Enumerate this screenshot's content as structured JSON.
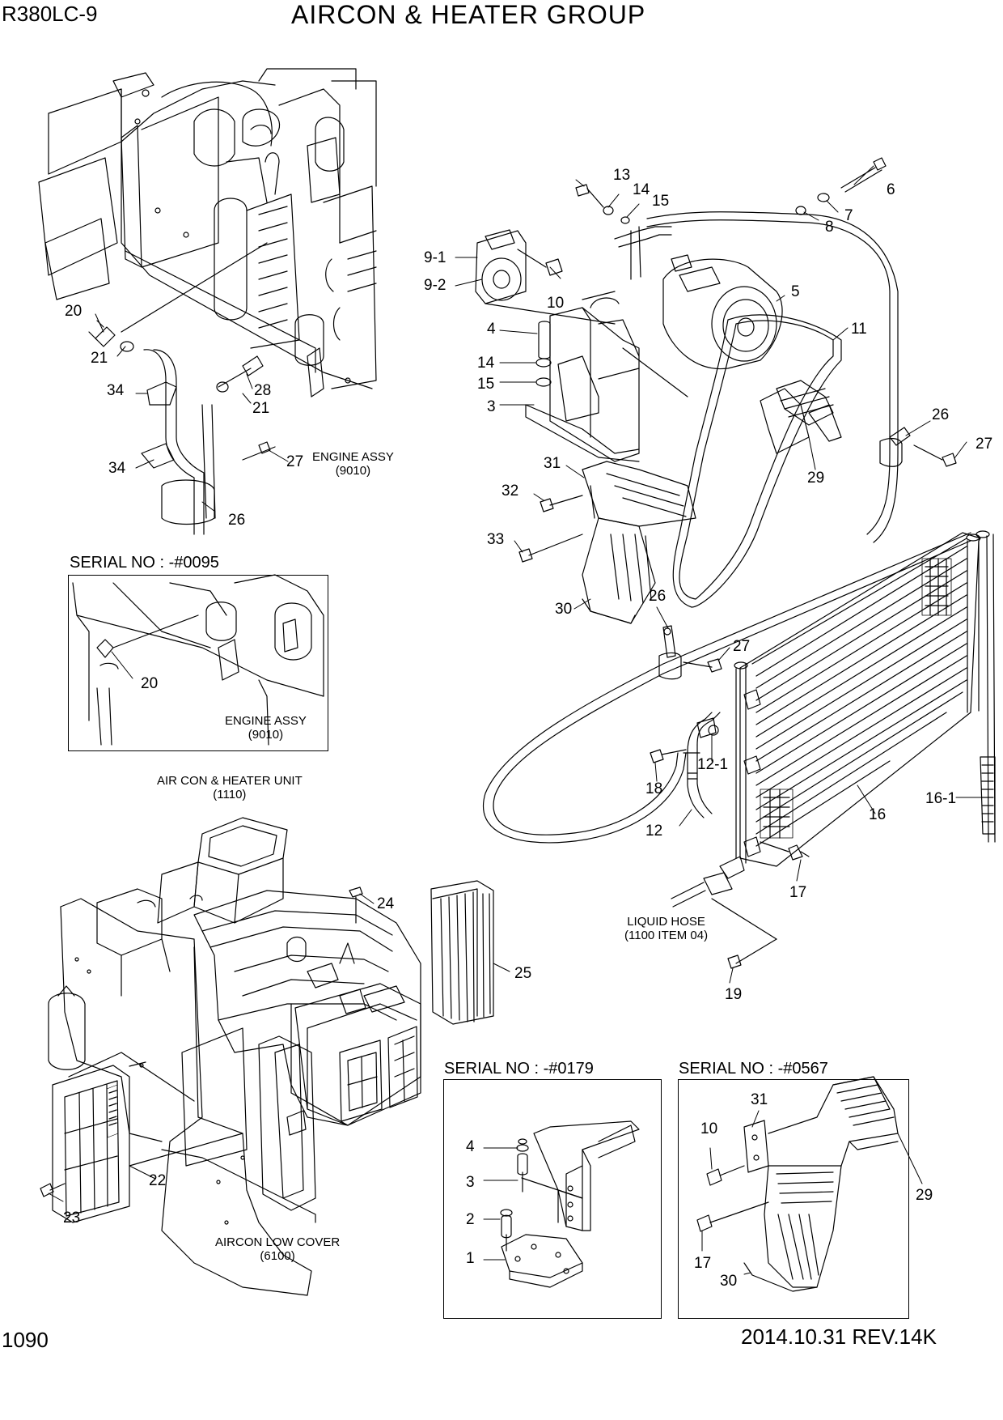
{
  "header": {
    "model": "R380LC-9",
    "title": "AIRCON & HEATER GROUP"
  },
  "footer": {
    "page_number": "1090",
    "revision": "2014.10.31  REV.14K"
  },
  "serials": {
    "s0095": "SERIAL NO : -#0095",
    "s0179": "SERIAL NO : -#0179",
    "s0567": "SERIAL NO : -#0567"
  },
  "notes": {
    "engine_assy_1": [
      "ENGINE ASSY",
      "(9010)"
    ],
    "engine_assy_2": [
      "ENGINE ASSY",
      "(9010)"
    ],
    "aircon_unit": [
      "AIR CON & HEATER UNIT",
      "(1110)"
    ],
    "liquid_hose": [
      "LIQUID HOSE",
      "(1100 ITEM 04)"
    ],
    "low_cover": [
      "AIRCON LOW COVER",
      "(6100)"
    ]
  },
  "labels": [
    "20",
    "21",
    "34",
    "28",
    "21",
    "34",
    "27",
    "26",
    "13",
    "14",
    "15",
    "6",
    "7",
    "8",
    "9-1",
    "9-2",
    "10",
    "4",
    "14",
    "15",
    "3",
    "5",
    "11",
    "26",
    "27",
    "29",
    "31",
    "32",
    "33",
    "30",
    "26",
    "27",
    "20",
    "18",
    "12-1",
    "12",
    "16",
    "16-1",
    "17",
    "24",
    "25",
    "19",
    "22",
    "23",
    "4",
    "3",
    "2",
    "1",
    "31",
    "10",
    "29",
    "17",
    "30"
  ]
}
